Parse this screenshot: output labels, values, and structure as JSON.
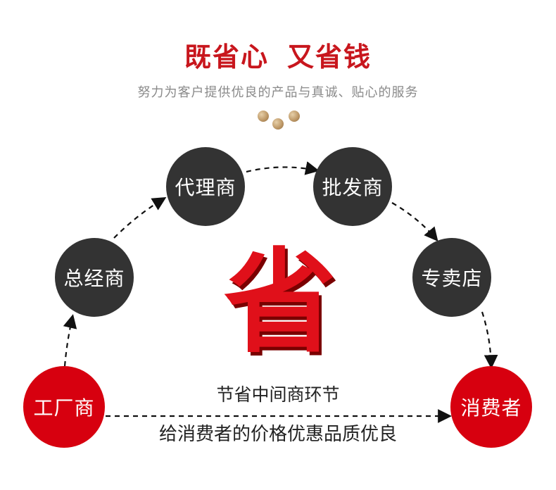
{
  "header": {
    "title_part1": "既省心",
    "title_part2": "又省钱",
    "subtitle": "努力为客户提供优良的产品与真诚、贴心的服务"
  },
  "nodes": {
    "factory": "工厂商",
    "general_distributor": "总经商",
    "agent": "代理商",
    "wholesaler": "批发商",
    "specialty_store": "专卖店",
    "consumer": "消费者"
  },
  "center_char": "省",
  "captions": {
    "line1": "节省中间商环节",
    "line2": "给消费者的价格优惠品质优良"
  },
  "colors": {
    "accent_red": "#d7000f",
    "node_dark": "#333333",
    "subtitle_gray": "#8a8a8a"
  }
}
